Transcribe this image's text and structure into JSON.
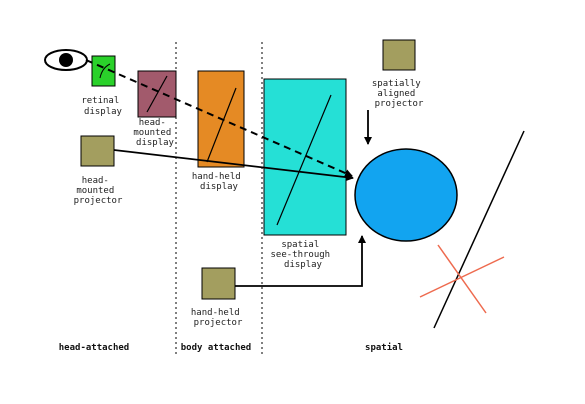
{
  "labels": {
    "retinal_display": [
      "retinal",
      "display"
    ],
    "head_mounted_display": [
      "head-",
      "mounted",
      "display"
    ],
    "head_mounted_projector": [
      "head-",
      "mounted",
      "projector"
    ],
    "hand_held_display": [
      "hand-held",
      "display"
    ],
    "spatially_aligned_projector": [
      "spatially",
      "aligned",
      "projector"
    ],
    "spatial_see_through_display": [
      "spatial",
      "see-through",
      "display"
    ],
    "hand_held_projector": [
      "hand-held",
      "projector"
    ]
  },
  "categories": {
    "head_attached": "head-attached",
    "body_attached": "body attached",
    "spatial": "spatial"
  },
  "icons": {
    "eye": "eye-icon",
    "retinal": "retinal-display-icon",
    "projector": "projector-icon",
    "target": "target-object-icon",
    "light": "light-source-icon"
  },
  "colors": {
    "projector_olive": "#a39e5f",
    "retinal_green": "#2ad12a",
    "hmd_mauve": "#a25a6c",
    "handheld_orange": "#e58a24",
    "seethrough_cyan": "#25e0d6",
    "target_blue": "#12a4f0",
    "light_red": "#ee6a4e"
  }
}
